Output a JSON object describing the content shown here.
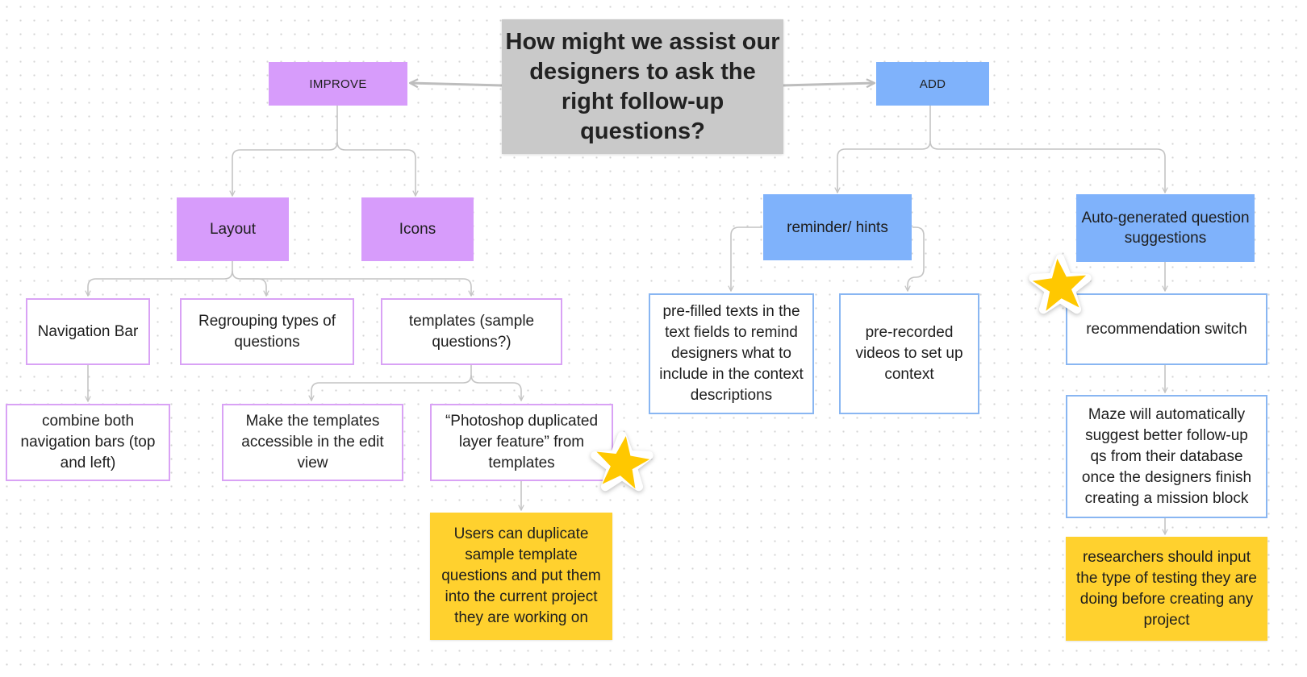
{
  "title": "How might we assist our designers to ask the right follow-up questions?",
  "branches": {
    "improve": "IMPROVE",
    "add": "ADD"
  },
  "improve": {
    "layout": "Layout",
    "icons": "Icons",
    "ideas": {
      "navigation_bar": "Navigation Bar",
      "regrouping": "Regrouping types of questions",
      "templates": "templates (sample questions?)",
      "combine_nav": "combine both navigation bars (top and left)",
      "templates_edit_view": "Make the templates accessible in the edit view",
      "photoshop_duplicate": "“Photoshop duplicated layer feature” from templates"
    },
    "sticky_note": "Users can duplicate sample template questions and put them into the current project they are working on"
  },
  "add": {
    "reminder_hints": "reminder/ hints",
    "auto_suggestions": "Auto-generated question suggestions",
    "ideas": {
      "prefilled_texts": "pre-filled texts in the text fields to remind designers what to include in the context descriptions",
      "prerecorded_videos": "pre-recorded videos to set up context",
      "recommendation_switch": "recommendation switch",
      "maze_suggest": "Maze will automatically suggest better follow-up qs from their database once the designers finish creating a mission block"
    },
    "sticky_note": "researchers should input the type of testing they are doing before creating any project"
  },
  "colors": {
    "question_box": "#c9c9c9",
    "improve_purple": "#d79cfb",
    "add_blue": "#7fb2fb",
    "purple_outline": "#d9a2f5",
    "blue_outline": "#89b6f2",
    "sticky_yellow": "#ffd12e",
    "star": "#ffc800",
    "connector": "#bdbdbd"
  }
}
